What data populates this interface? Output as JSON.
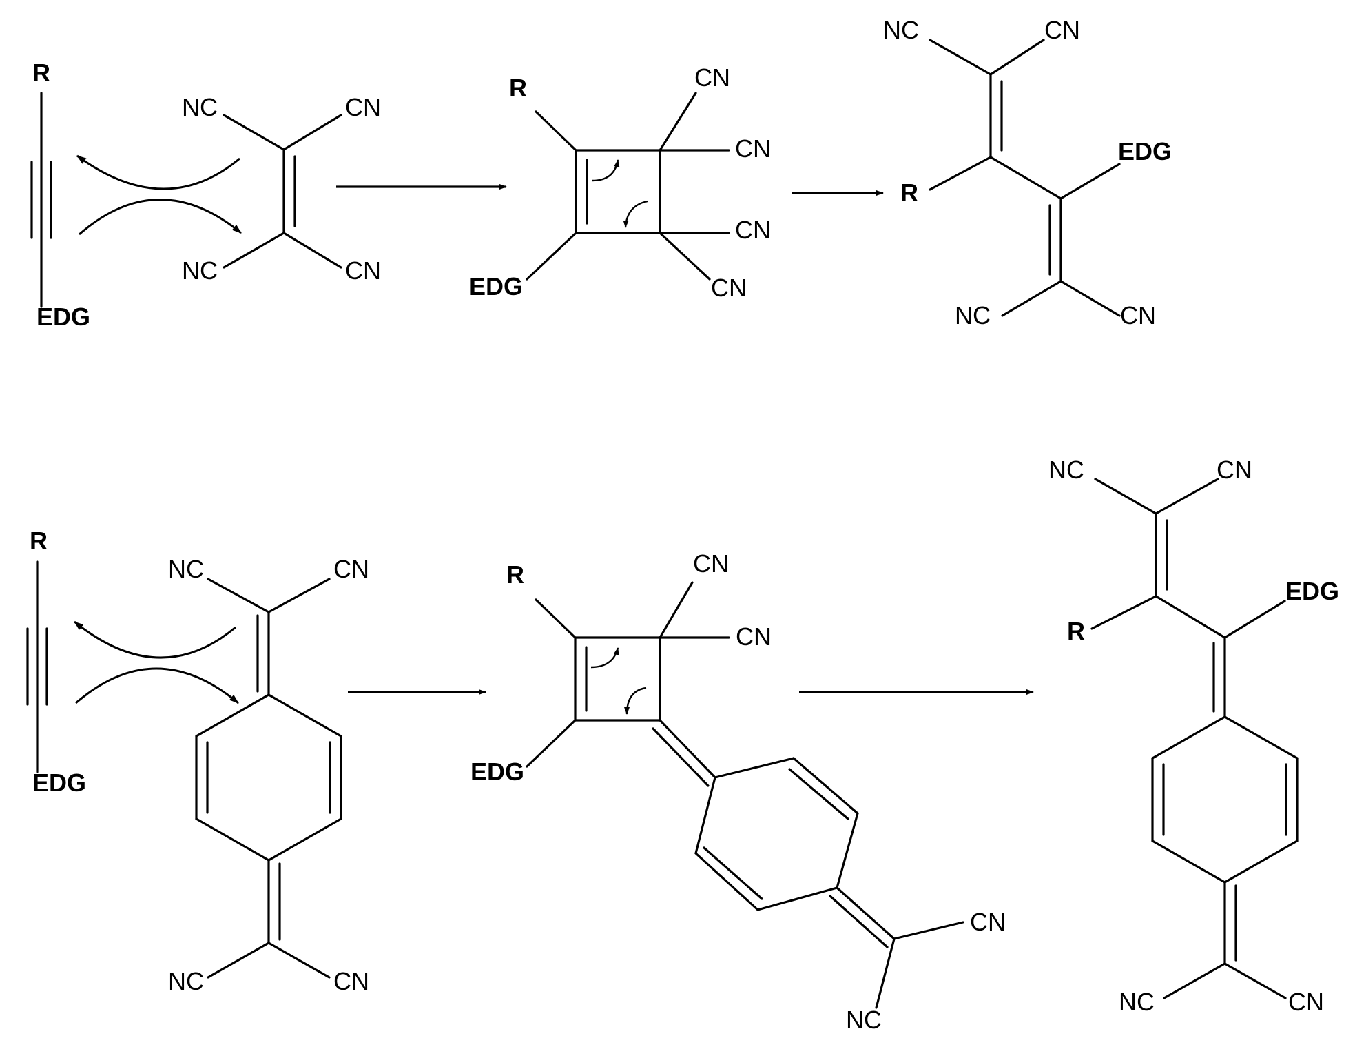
{
  "labels": {
    "cn": "CN",
    "nc": "NC",
    "r": "R",
    "edg": "EDG"
  }
}
